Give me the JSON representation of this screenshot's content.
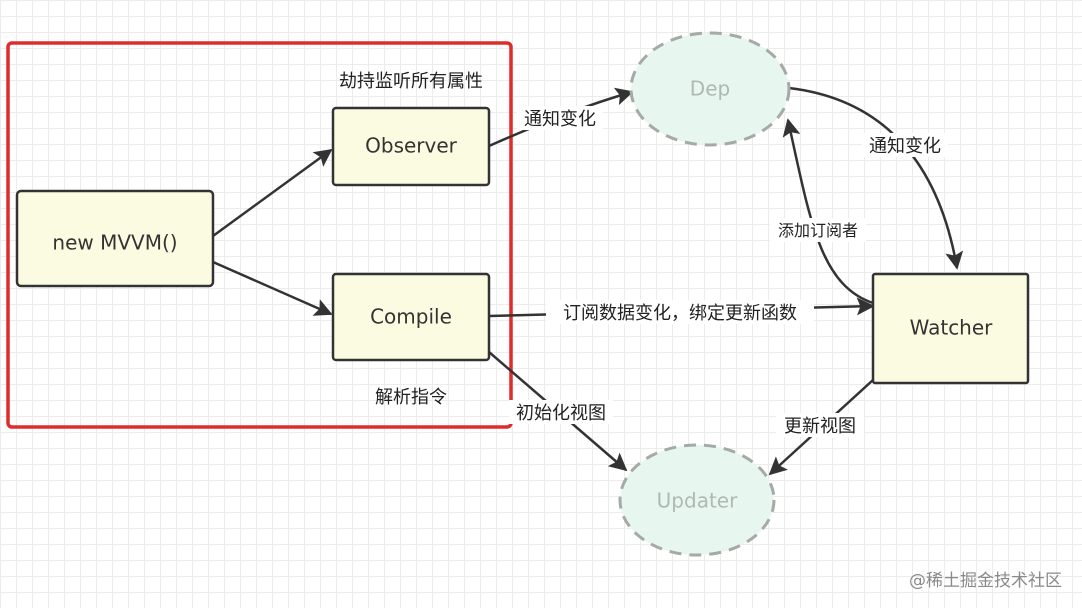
{
  "nodes": {
    "mvvm": "new MVVM()",
    "observer": "Observer",
    "compile": "Compile",
    "dep": "Dep",
    "watcher": "Watcher",
    "updater": "Updater"
  },
  "annotations": {
    "observer_note": "劫持监听所有属性",
    "compile_note": "解析指令"
  },
  "edges": {
    "observer_to_dep": "通知变化",
    "dep_to_watcher": "通知变化",
    "watcher_to_dep": "添加订阅者",
    "compile_to_watcher": "订阅数据变化，绑定更新函数",
    "compile_to_updater": "初始化视图",
    "watcher_to_updater": "更新视图"
  },
  "watermark": "@稀土掘金技术社区",
  "colors": {
    "box_fill": "#fbfbe1",
    "box_stroke": "#333333",
    "ghost_fill": "#e7f7ef",
    "ghost_stroke": "#a5aaa7",
    "highlight": "#e02b2b",
    "edge": "#333333"
  }
}
